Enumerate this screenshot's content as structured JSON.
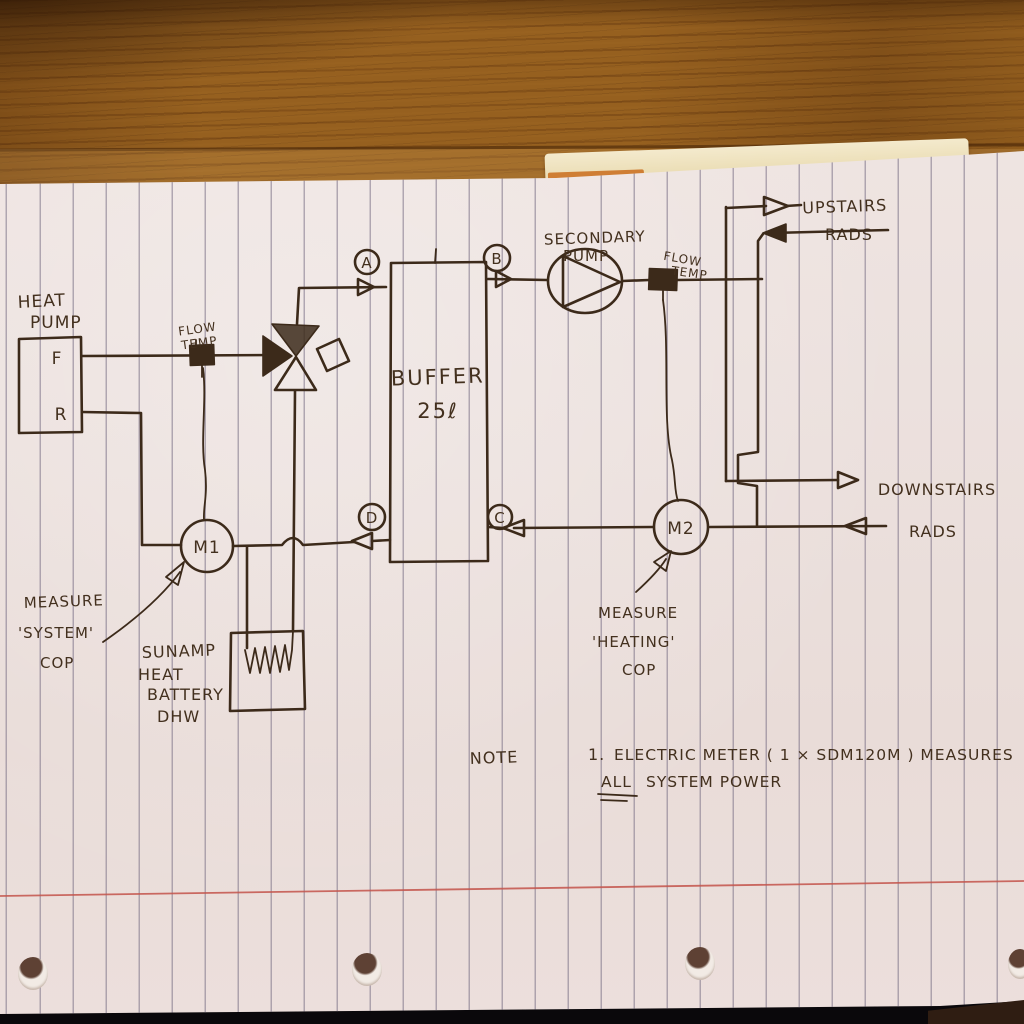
{
  "scene": {
    "description": "Photo of a hand-drawn hydronic heating system schematic on vertically-ruled notepad paper lying on a wooden table"
  },
  "labels": {
    "heat_pump_line1": "HEAT",
    "heat_pump_line2": "PUMP",
    "heat_pump_flow_port": "F",
    "heat_pump_return_port": "R",
    "flow_temp_left_line1": "FLOW",
    "flow_temp_left_line2": "TEMP",
    "port_a": "A",
    "port_b": "B",
    "port_c": "C",
    "port_d": "D",
    "buffer_line1": "BUFFER",
    "buffer_line2": "25ℓ",
    "secondary_pump_line1": "SECONDARY",
    "secondary_pump_line2": "PUMP",
    "flow_temp_right_line1": "FLOW",
    "flow_temp_right_line2": "TEMP",
    "upstairs_line1": "UPSTAIRS",
    "upstairs_line2": "RADS",
    "downstairs_line1": "DOWNSTAIRS",
    "downstairs_line2": "RADS",
    "meter1": "M1",
    "meter2": "M2",
    "measure_system_line1": "MEASURE",
    "measure_system_line2": "'SYSTEM'",
    "measure_system_line3": "COP",
    "measure_heating_line1": "MEASURE",
    "measure_heating_line2": "'HEATING'",
    "measure_heating_line3": "COP",
    "sunamp_line1": "SUNAMP",
    "sunamp_line2": "HEAT",
    "sunamp_line3": "BATTERY",
    "sunamp_line4": "DHW",
    "note_heading": "NOTE",
    "note_item_number": "1.",
    "note_line1": "ELECTRIC METER ( 1 × SDM120M ) MEASURES",
    "note_line2_emphasis": "ALL",
    "note_line2_rest": "SYSTEM POWER"
  },
  "colors": {
    "ink": "#3c2a1a",
    "paper": "#ece1de",
    "rule_line": "#7a7086",
    "margin_line": "#c4544b",
    "wood": "#96601f"
  }
}
